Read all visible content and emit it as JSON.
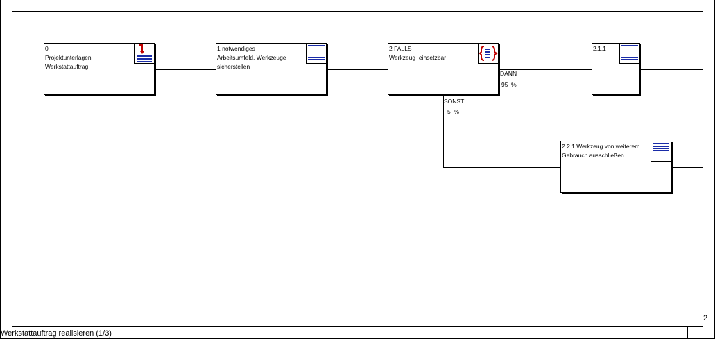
{
  "diagram": {
    "nodes": [
      {
        "id": "0",
        "text": "0\nProjektunterlagen\nWerkstattauftrag",
        "icon": "return-arrow-list-icon"
      },
      {
        "id": "1",
        "text": "1 notwendiges\nArbeitsumfeld, Werkzeuge\nsicherstellen",
        "icon": "document-lines-icon"
      },
      {
        "id": "2",
        "text": "2 FALLS\nWerkzeug  einsetzbar",
        "icon": "condition-bracket-icon"
      },
      {
        "id": "2.1.1",
        "text": "2.1.1",
        "icon": "document-lines-icon"
      },
      {
        "id": "2.2.1",
        "text": "2.2.1 Werkzeug von weiterem\nGebrauch ausschließen",
        "icon": "document-lines-icon"
      }
    ],
    "branches": {
      "then_label": "DANN",
      "then_value": "95  %",
      "else_label": "SONST",
      "else_value": "5  %"
    }
  },
  "footer": {
    "title": "Werkstattauftrag realisieren (1/3)",
    "page_number": "2"
  },
  "colors": {
    "icon_blue": "#1a2ca8",
    "icon_red": "#c00000"
  }
}
